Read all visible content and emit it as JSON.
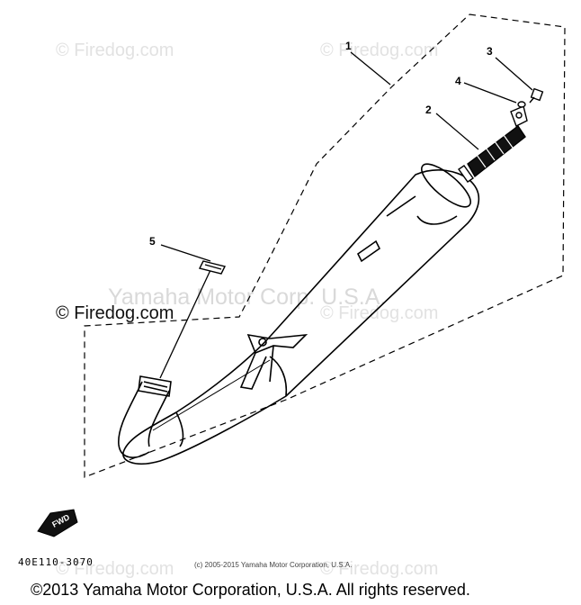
{
  "watermarks": {
    "top_left": "© Firedog.com",
    "top_right": "© Firedog.com",
    "middle_left": "© Firedog.com",
    "middle_right": "© Firedog.com",
    "bottom_left": "© Firedog.com",
    "bottom_right": "© Firedog.com",
    "center": "Yamaha Motor Corp. U.S.A."
  },
  "callouts": [
    "1",
    "2",
    "3",
    "4",
    "5"
  ],
  "fwd_label": "FWD",
  "part_number": "40E110-3070",
  "copyright_small": "(c) 2005-2015 Yamaha Motor Corporation, U.S.A.",
  "copyright_main": "©2013 Yamaha Motor Corporation, U.S.A. All rights reserved.",
  "colors": {
    "line": "#000000",
    "watermark": "#e2e2e2"
  }
}
